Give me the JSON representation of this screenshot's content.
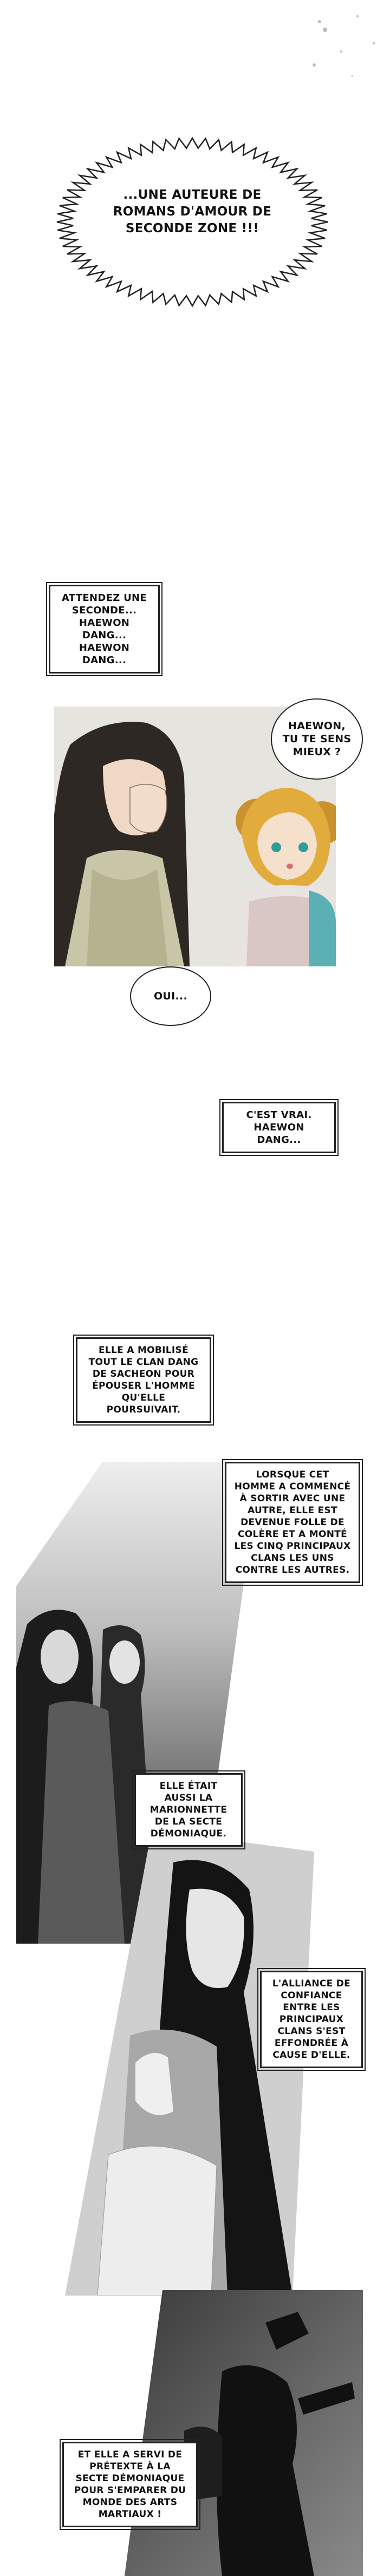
{
  "dialogues": {
    "thought_auteur": "...UNE AUTEURE DE ROMANS D'AMOUR DE SECONDE ZONE !!!",
    "attendez": "ATTENDEZ UNE SECONDE... HAEWON DANG... HAEWON DANG...",
    "haewon_question": "HAEWON, TU TE SENS MIEUX ?",
    "oui": "OUI...",
    "cest_vrai": "C'EST VRAI. HAEWON DANG...",
    "narration_1": "ELLE A MOBILISÉ TOUT LE CLAN DANG DE SACHEON POUR ÉPOUSER L'HOMME QU'ELLE POURSUIVAIT.",
    "narration_2": "LORSQUE CET HOMME A COMMENCÉ À SORTIR AVEC UNE AUTRE, ELLE EST DEVENUE FOLLE DE COLÈRE ET A MONTÉ LES CINQ PRINCIPAUX CLANS LES UNS CONTRE LES AUTRES.",
    "narration_3": "ELLE ÉTAIT AUSSI LA MARIONNETTE DE LA SECTE DÉMONIAQUE.",
    "narration_4": "L'ALLIANCE DE CONFIANCE ENTRE LES PRINCIPAUX CLANS S'EST EFFONDRÉE À CAUSE D'ELLE.",
    "narration_5": "ET ELLE A SERVI DE PRÉTEXTE À LA SECTE DÉMONIAQUE POUR S'EMPARER DU MONDE DES ARTS MARTIAUX !"
  }
}
